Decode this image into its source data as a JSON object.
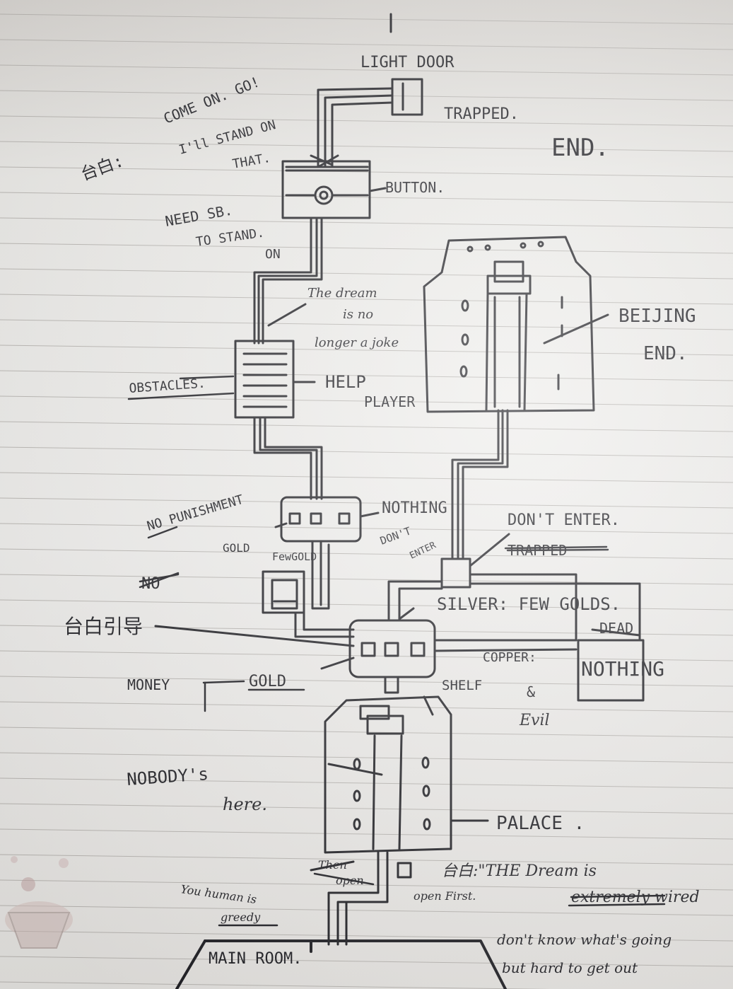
{
  "ink_color": "#1d1d22",
  "rule_color": "#b9b6b2",
  "labels": {
    "light_door": "LIGHT DOOR",
    "trapped_1": "TRAPPED.",
    "end_1": "END.",
    "come_on_1": "COME ON. GO!",
    "come_on_2": "I'll STAND ON",
    "come_on_3": "THAT.",
    "cn_dialogue_1": "台白:",
    "button": "BUTTON.",
    "need_sb_1": "NEED SB.",
    "need_sb_2": "TO STAND.",
    "need_sb_3": "ON",
    "dream_joke_1": "The dream",
    "dream_joke_2": "is no",
    "dream_joke_3": "longer a joke",
    "beijing_end_1": "BEIJING",
    "beijing_end_2": "END.",
    "obstacles": "OBSTACLES.",
    "help_player_1": "HELP",
    "help_player_2": "PLAYER",
    "no_punishment": "NO PUNISHMENT",
    "nothing_1": "NOTHING",
    "dont_enter_big": "DON'T ENTER.",
    "dont_enter_small_1": "DON'T",
    "dont_enter_small_2": "ENTER",
    "trapped_2": "TRAPPED",
    "gold_1": "GOLD",
    "few_gold": "FewGOLD",
    "no_struck": "NO",
    "silver": "SILVER: FEW GOLDS.",
    "dead": "DEAD",
    "cn_guide": "台白引导",
    "copper": "COPPER:",
    "nothing_2": "NOTHING",
    "money": "MONEY",
    "gold_2": "GOLD",
    "shelf": "SHELF",
    "and_sign": "&",
    "evil": "Evil",
    "nobody_1": "NOBODY's",
    "nobody_2": "here.",
    "palace": "PALACE .",
    "then_open": "Then",
    "open": "open",
    "open_first": "open First.",
    "dialogue_2": "台白:\"THE Dream is",
    "dialogue_3": "extremely wired",
    "dialogue_4": "don't know what's going",
    "dialogue_5": "but hard to get out",
    "human_greedy_1": "You human is",
    "human_greedy_2": "greedy",
    "main_room": "MAIN ROOM."
  }
}
